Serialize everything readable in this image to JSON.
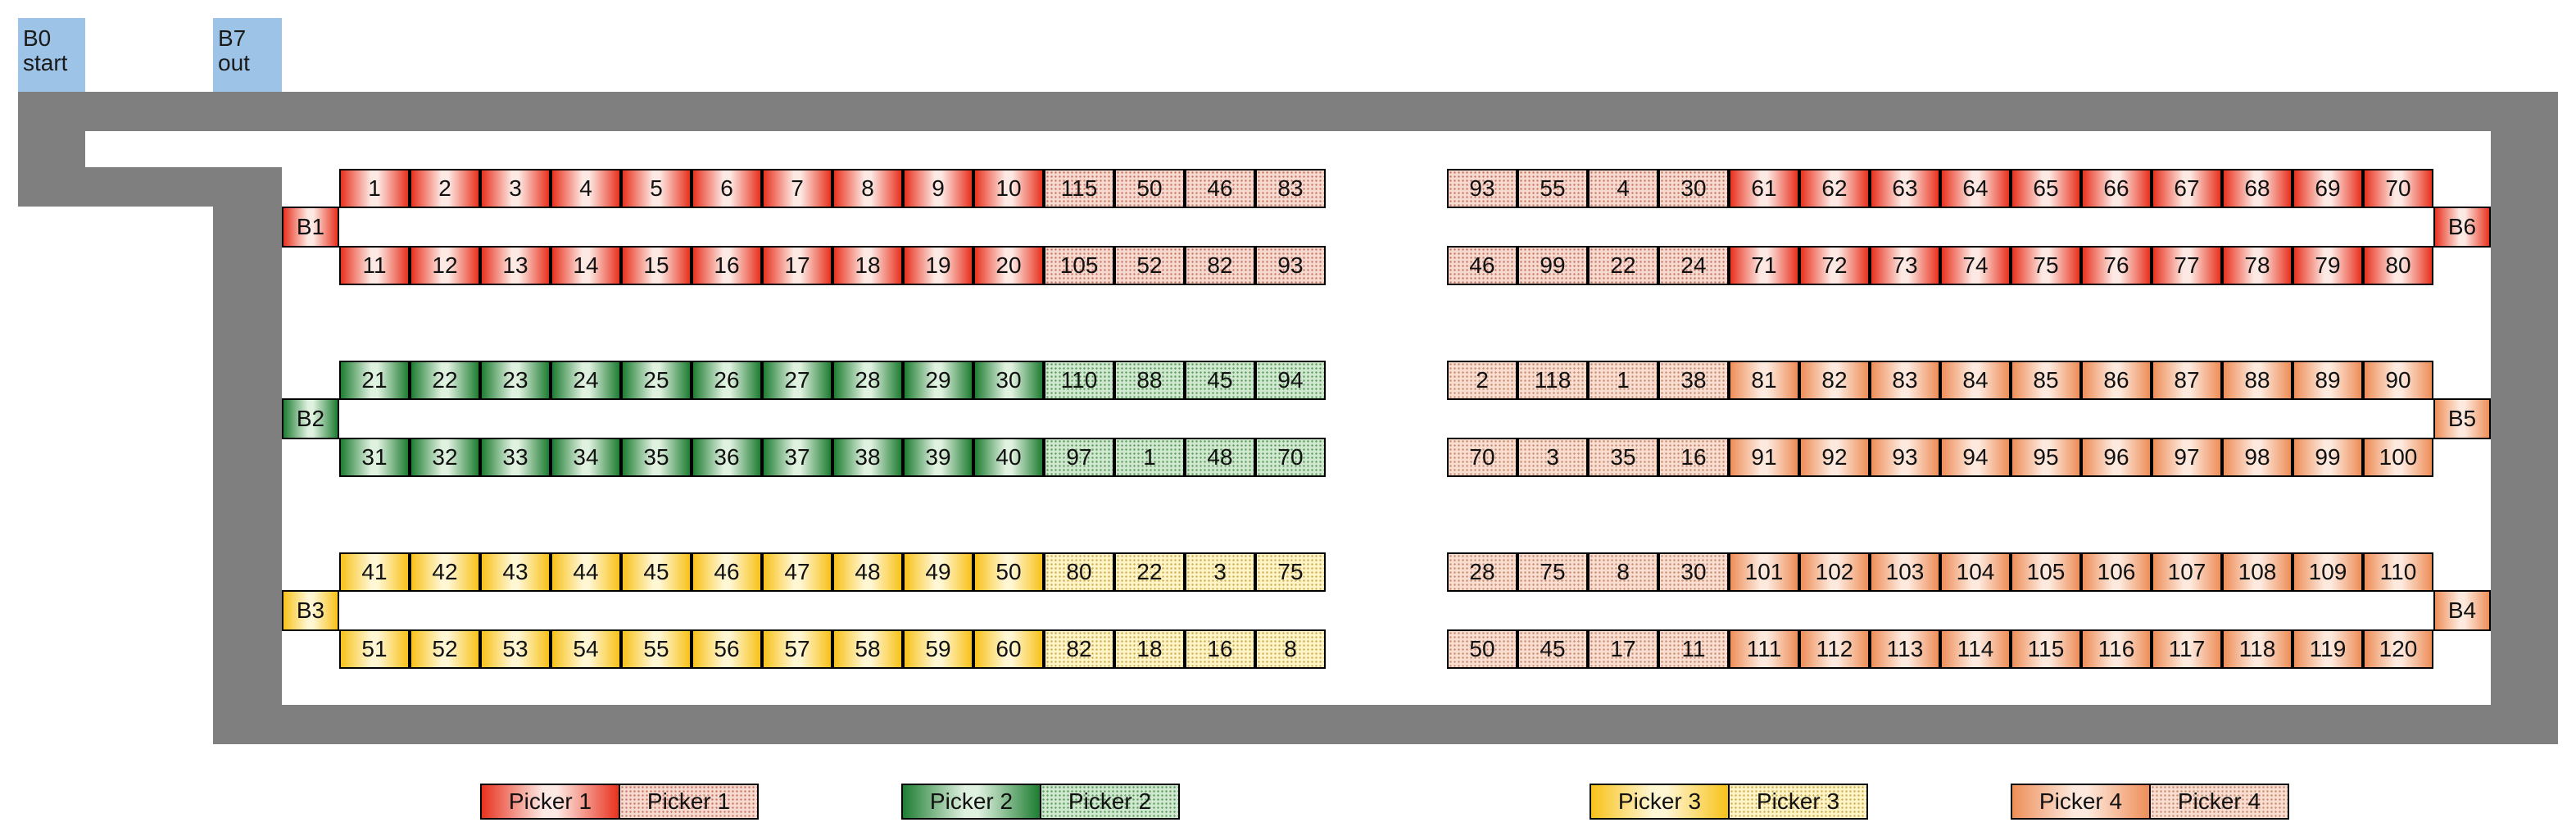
{
  "bays": [
    {
      "id": "B0",
      "label": "start"
    },
    {
      "id": "B7",
      "label": "out"
    }
  ],
  "docks": {
    "B1": "B1",
    "B2": "B2",
    "B3": "B3",
    "B4": "B4",
    "B5": "B5",
    "B6": "B6"
  },
  "colors": {
    "picker1": "#e8321e",
    "picker2": "#1e7d32",
    "picker3": "#f8c219",
    "picker4": "#ee8e58",
    "corridor": "#7f7f7f",
    "bay": "#9dc3e6"
  },
  "rows": [
    {
      "left_solid": [
        "1",
        "2",
        "3",
        "4",
        "5",
        "6",
        "7",
        "8",
        "9",
        "10"
      ],
      "left_dot": [
        "115",
        "50",
        "46",
        "83"
      ],
      "right_dot": [
        "93",
        "55",
        "4",
        "30"
      ],
      "right_solid": [
        "61",
        "62",
        "63",
        "64",
        "65",
        "66",
        "67",
        "68",
        "69",
        "70"
      ],
      "left_color": "p1",
      "right_color": "p1"
    },
    {
      "left_solid": [
        "11",
        "12",
        "13",
        "14",
        "15",
        "16",
        "17",
        "18",
        "19",
        "20"
      ],
      "left_dot": [
        "105",
        "52",
        "82",
        "93"
      ],
      "right_dot": [
        "46",
        "99",
        "22",
        "24"
      ],
      "right_solid": [
        "71",
        "72",
        "73",
        "74",
        "75",
        "76",
        "77",
        "78",
        "79",
        "80"
      ],
      "left_color": "p1",
      "right_color": "p1"
    },
    {
      "left_solid": [
        "21",
        "22",
        "23",
        "24",
        "25",
        "26",
        "27",
        "28",
        "29",
        "30"
      ],
      "left_dot": [
        "110",
        "88",
        "45",
        "94"
      ],
      "right_dot": [
        "2",
        "118",
        "1",
        "38"
      ],
      "right_solid": [
        "81",
        "82",
        "83",
        "84",
        "85",
        "86",
        "87",
        "88",
        "89",
        "90"
      ],
      "left_color": "p2",
      "right_color": "p4"
    },
    {
      "left_solid": [
        "31",
        "32",
        "33",
        "34",
        "35",
        "36",
        "37",
        "38",
        "39",
        "40"
      ],
      "left_dot": [
        "97",
        "1",
        "48",
        "70"
      ],
      "right_dot": [
        "70",
        "3",
        "35",
        "16"
      ],
      "right_solid": [
        "91",
        "92",
        "93",
        "94",
        "95",
        "96",
        "97",
        "98",
        "99",
        "100"
      ],
      "left_color": "p2",
      "right_color": "p4"
    },
    {
      "left_solid": [
        "41",
        "42",
        "43",
        "44",
        "45",
        "46",
        "47",
        "48",
        "49",
        "50"
      ],
      "left_dot": [
        "80",
        "22",
        "3",
        "75"
      ],
      "right_dot": [
        "28",
        "75",
        "8",
        "30"
      ],
      "right_solid": [
        "101",
        "102",
        "103",
        "104",
        "105",
        "106",
        "107",
        "108",
        "109",
        "110"
      ],
      "left_color": "p3",
      "right_color": "p4"
    },
    {
      "left_solid": [
        "51",
        "52",
        "53",
        "54",
        "55",
        "56",
        "57",
        "58",
        "59",
        "60"
      ],
      "left_dot": [
        "82",
        "18",
        "16",
        "8"
      ],
      "right_dot": [
        "50",
        "45",
        "17",
        "11"
      ],
      "right_solid": [
        "111",
        "112",
        "113",
        "114",
        "115",
        "116",
        "117",
        "118",
        "119",
        "120"
      ],
      "left_color": "p3",
      "right_color": "p4"
    }
  ],
  "legend": [
    {
      "solid": "Picker 1",
      "dot": "Picker 1",
      "color": "p1"
    },
    {
      "solid": "Picker 2",
      "dot": "Picker 2",
      "color": "p2"
    },
    {
      "solid": "Picker 3",
      "dot": "Picker 3",
      "color": "p3"
    },
    {
      "solid": "Picker 4",
      "dot": "Picker 4",
      "color": "p4"
    }
  ]
}
